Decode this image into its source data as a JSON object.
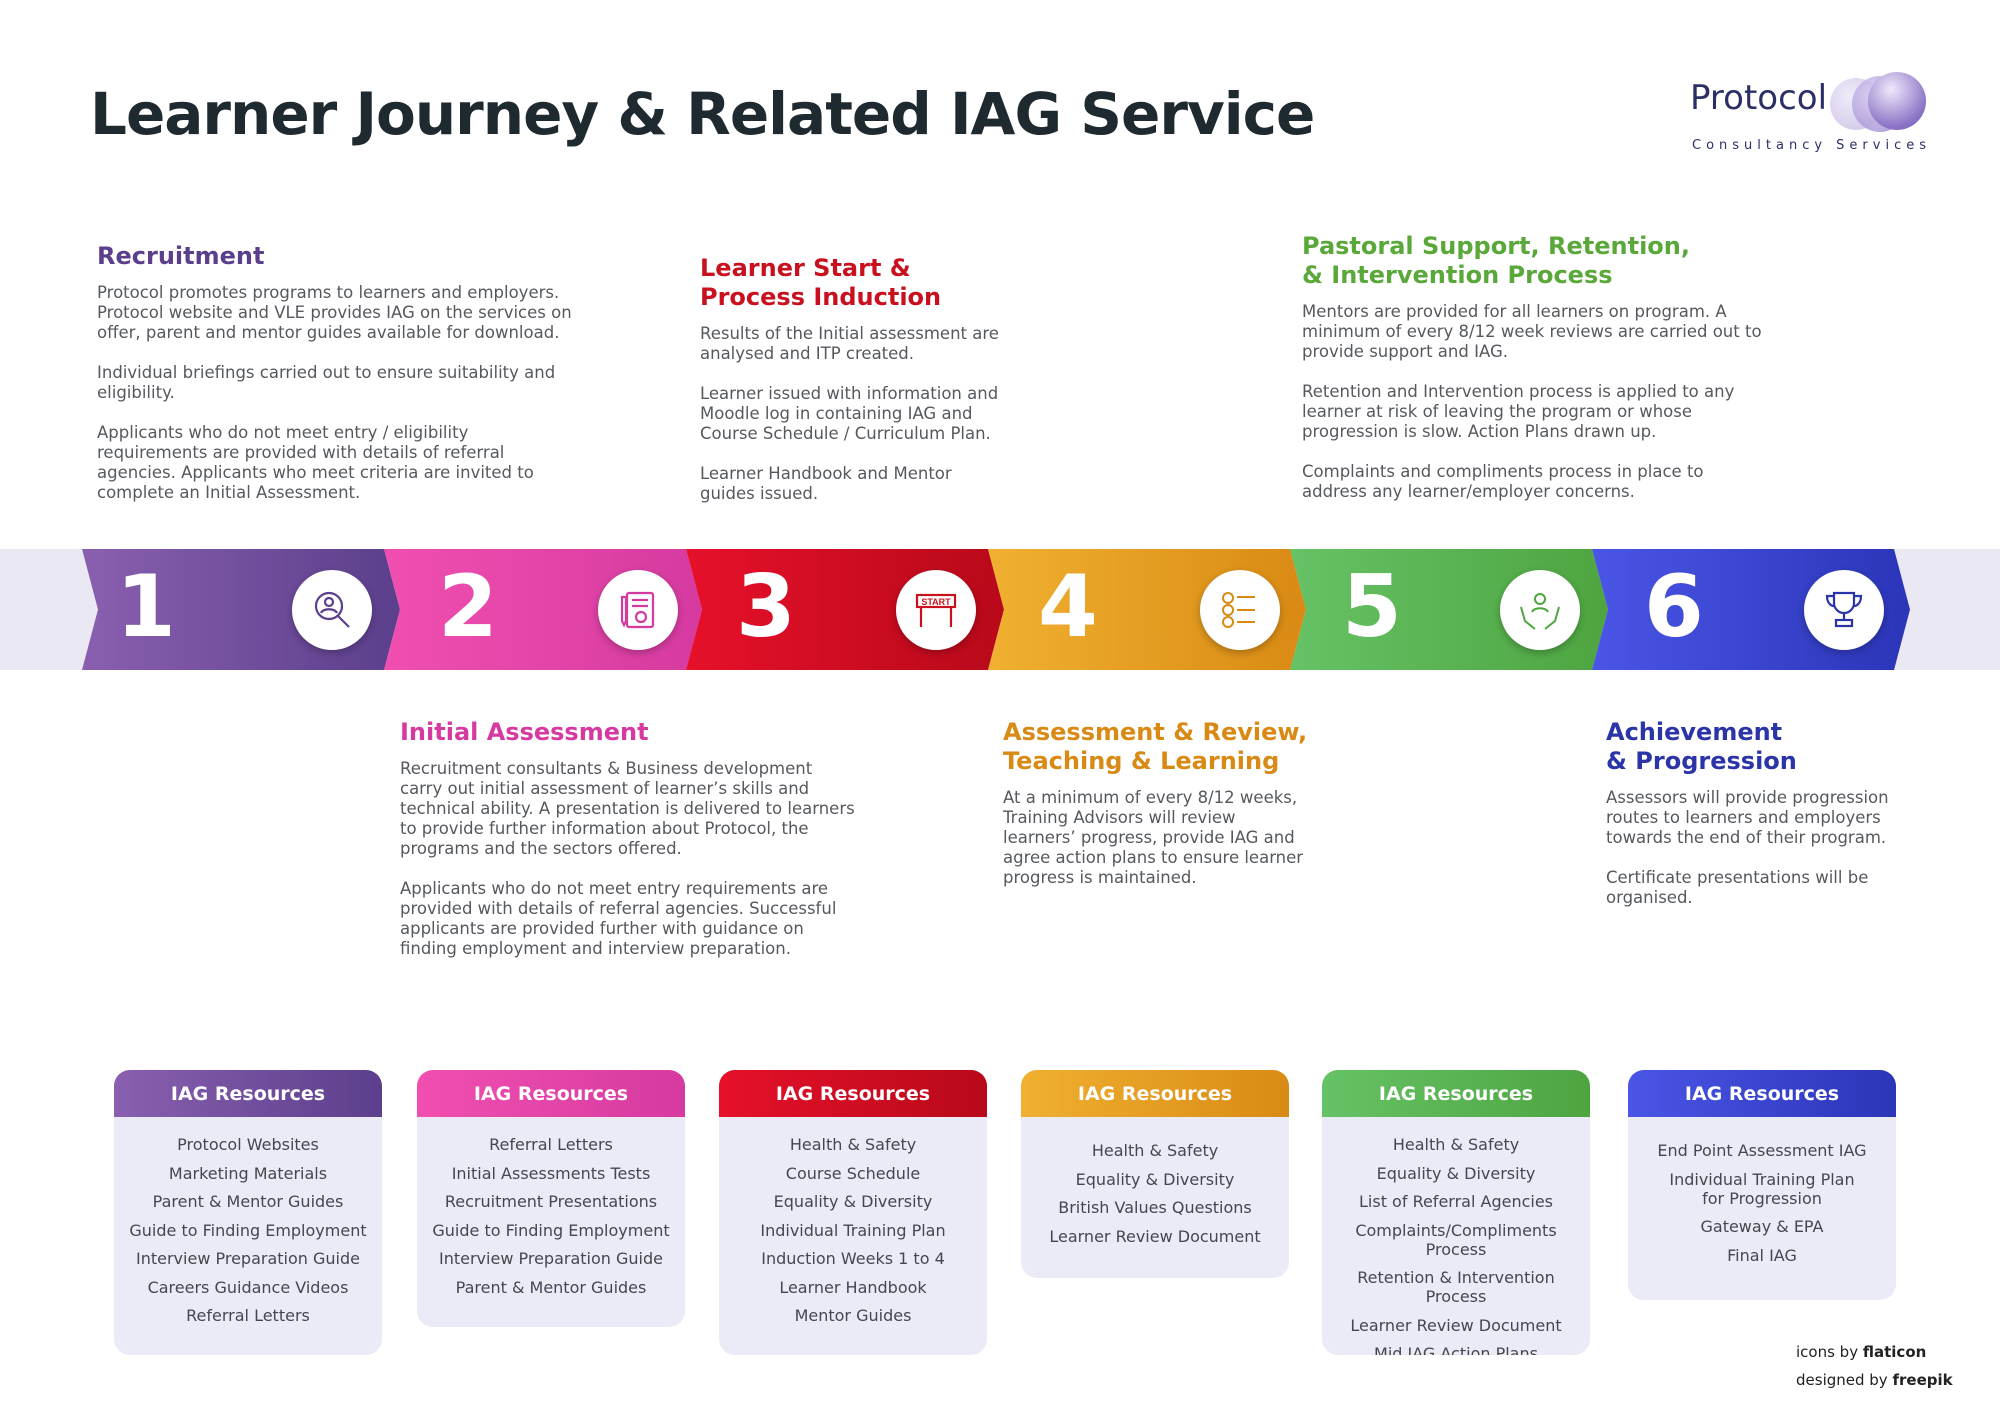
{
  "title": "Learner Journey & Related IAG Service",
  "logo": {
    "name": "Protocol",
    "tagline": "Consultancy Services"
  },
  "stages": [
    {
      "number": "1",
      "color": "#5b3f8c",
      "heading": "Recruitment",
      "paragraphs": [
        "Protocol promotes programs to learners and employers.\nProtocol website and VLE provides IAG on the services on\noffer, parent and mentor guides available for download.",
        "Individual briefings carried out to ensure suitability and\neligibility.",
        "Applicants who do not meet entry / eligibility\nrequirements are provided with details of referral\nagencies. Applicants who meet criteria are invited to\ncomplete an Initial Assessment."
      ]
    },
    {
      "number": "2",
      "color": "#d63aa0",
      "heading": "Initial Assessment",
      "paragraphs": [
        "Recruitment consultants & Business development\ncarry out initial assessment of learner’s skills and\ntechnical ability. A presentation is delivered to learners\nto provide further information about Protocol, the\nprograms and the sectors offered.",
        "Applicants who do not meet entry requirements are\nprovided with details of referral agencies. Successful\napplicants are provided further with guidance on\nfinding employment and interview preparation."
      ]
    },
    {
      "number": "3",
      "color": "#c8101e",
      "heading": "Learner Start &\nProcess Induction",
      "paragraphs": [
        "Results of the Initial assessment are\nanalysed and ITP created.",
        "Learner issued with information and\nMoodle log in containing IAG and\nCourse Schedule / Curriculum Plan.",
        "Learner Handbook and Mentor\nguides issued."
      ]
    },
    {
      "number": "4",
      "color": "#d98a14",
      "heading": "Assessment & Review,\nTeaching & Learning",
      "paragraphs": [
        "At a minimum of every 8/12 weeks,\nTraining Advisors will review\nlearners’ progress, provide IAG and\nagree action plans to ensure learner\nprogress is maintained."
      ]
    },
    {
      "number": "5",
      "color": "#5aa83a",
      "heading": "Pastoral Support, Retention,\n& Intervention Process",
      "paragraphs": [
        "Mentors are provided for all learners on program. A\nminimum of every 8/12 week reviews are carried out to\nprovide support and IAG.",
        "Retention and Intervention process is applied to any\nlearner at risk of leaving the program or whose\nprogression is slow. Action Plans drawn up.",
        "Complaints and compliments process in place to\naddress any learner/employer concerns."
      ]
    },
    {
      "number": "6",
      "color": "#2b35a8",
      "heading": "Achievement\n& Progression",
      "paragraphs": [
        "Assessors will provide progression\nroutes to learners and employers\ntowards  the end of their program.",
        "Certificate presentations will be\norganised."
      ]
    }
  ],
  "band": {
    "gradients": [
      [
        "#8a5fb0",
        "#5b3f8c"
      ],
      [
        "#f04fb0",
        "#d63aa0"
      ],
      [
        "#e6102a",
        "#b8091a"
      ],
      [
        "#f0b030",
        "#d98a14"
      ],
      [
        "#66c266",
        "#4ea540"
      ],
      [
        "#4a55e6",
        "#2b35b8"
      ]
    ],
    "icons": [
      "recruitment-search-icon",
      "assessment-form-icon",
      "start-gate-icon",
      "review-checklist-icon",
      "support-hands-icon",
      "trophy-icon"
    ],
    "start_sign": "START"
  },
  "resources": [
    {
      "header": "IAG Resources",
      "items": [
        "Protocol Websites",
        "Marketing Materials",
        "Parent & Mentor Guides",
        "Guide to Finding Employment",
        "Interview Preparation Guide",
        "Careers Guidance Videos",
        "Referral Letters"
      ]
    },
    {
      "header": "IAG Resources",
      "items": [
        "Referral Letters",
        "Initial Assessments Tests",
        "Recruitment Presentations",
        "Guide to Finding Employment",
        "Interview Preparation Guide",
        "Parent & Mentor Guides"
      ]
    },
    {
      "header": "IAG Resources",
      "items": [
        "Health & Safety",
        "Course Schedule",
        "Equality & Diversity",
        "Individual Training Plan",
        "Induction Weeks 1 to 4",
        "Learner Handbook",
        "Mentor  Guides"
      ]
    },
    {
      "header": "IAG Resources",
      "items": [
        "Health & Safety",
        "Equality & Diversity",
        "British Values Questions",
        "Learner Review Document"
      ]
    },
    {
      "header": "IAG Resources",
      "items": [
        "Health & Safety",
        "Equality & Diversity",
        "List of Referral Agencies",
        "Complaints/Compliments Process",
        "Retention & Intervention Process",
        "Learner Review Document",
        "Mid IAG Action Plans"
      ]
    },
    {
      "header": "IAG Resources",
      "items": [
        "End Point Assessment IAG",
        "Individual Training Plan\nfor Progression",
        "Gateway & EPA",
        "Final IAG"
      ]
    }
  ],
  "credits": {
    "icons_by": "icons by",
    "flaticon": "flaticon",
    "designed_by": "designed by",
    "freepik": "freepik"
  }
}
